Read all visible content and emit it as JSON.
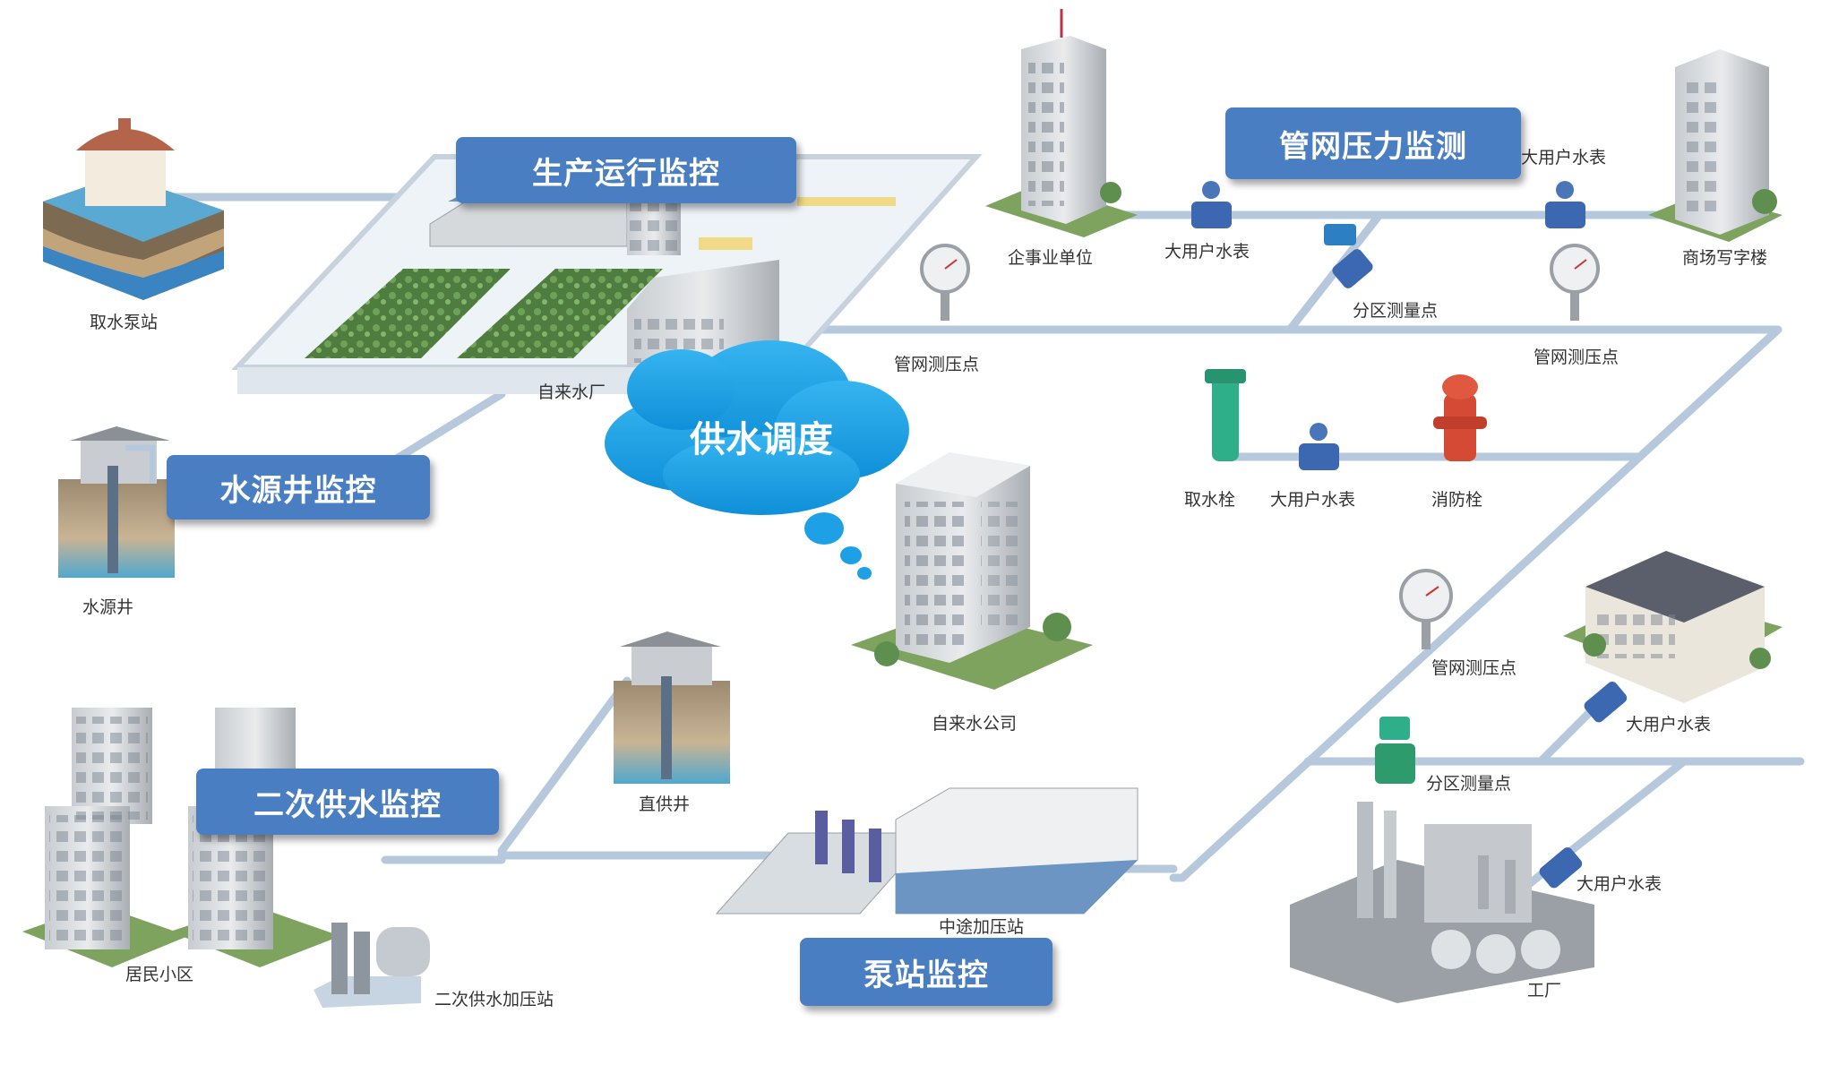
{
  "headers": {
    "production": "生产运行监控",
    "pipe_pressure": "管网压力监测",
    "well": "水源井监控",
    "secondary": "二次供水监控",
    "pump_station": "泵站监控"
  },
  "cloud": {
    "label": "供水调度"
  },
  "captions": {
    "intake": "取水泵站",
    "plant": "自来水厂",
    "well": "水源井",
    "enterprise": "企事业单位",
    "meter_top1": "大用户水表",
    "meter_top2": "大用户水表",
    "commercial": "商场写字楼",
    "zone_top": "分区测量点",
    "pressure1": "管网测压点",
    "pressure2": "管网测压点",
    "hydrant_intake": "取水栓",
    "meter_mid": "大用户水表",
    "fire_hydrant": "消防栓",
    "company": "自来水公司",
    "pressure3": "管网测压点",
    "meter_r1": "大用户水表",
    "zone_r": "分区测量点",
    "meter_r2": "大用户水表",
    "direct_well": "直供井",
    "residential": "居民小区",
    "booster": "中途加压站",
    "secondary_station": "二次供水加压站",
    "factory": "工厂"
  },
  "colors": {
    "label_bg": "#4a7ec2",
    "cloud": "#1ea0e6",
    "pipe": "#b6c9dc",
    "building": "#d6d9dc",
    "water": "#5ab0d8",
    "grass": "#5e8f4e"
  }
}
